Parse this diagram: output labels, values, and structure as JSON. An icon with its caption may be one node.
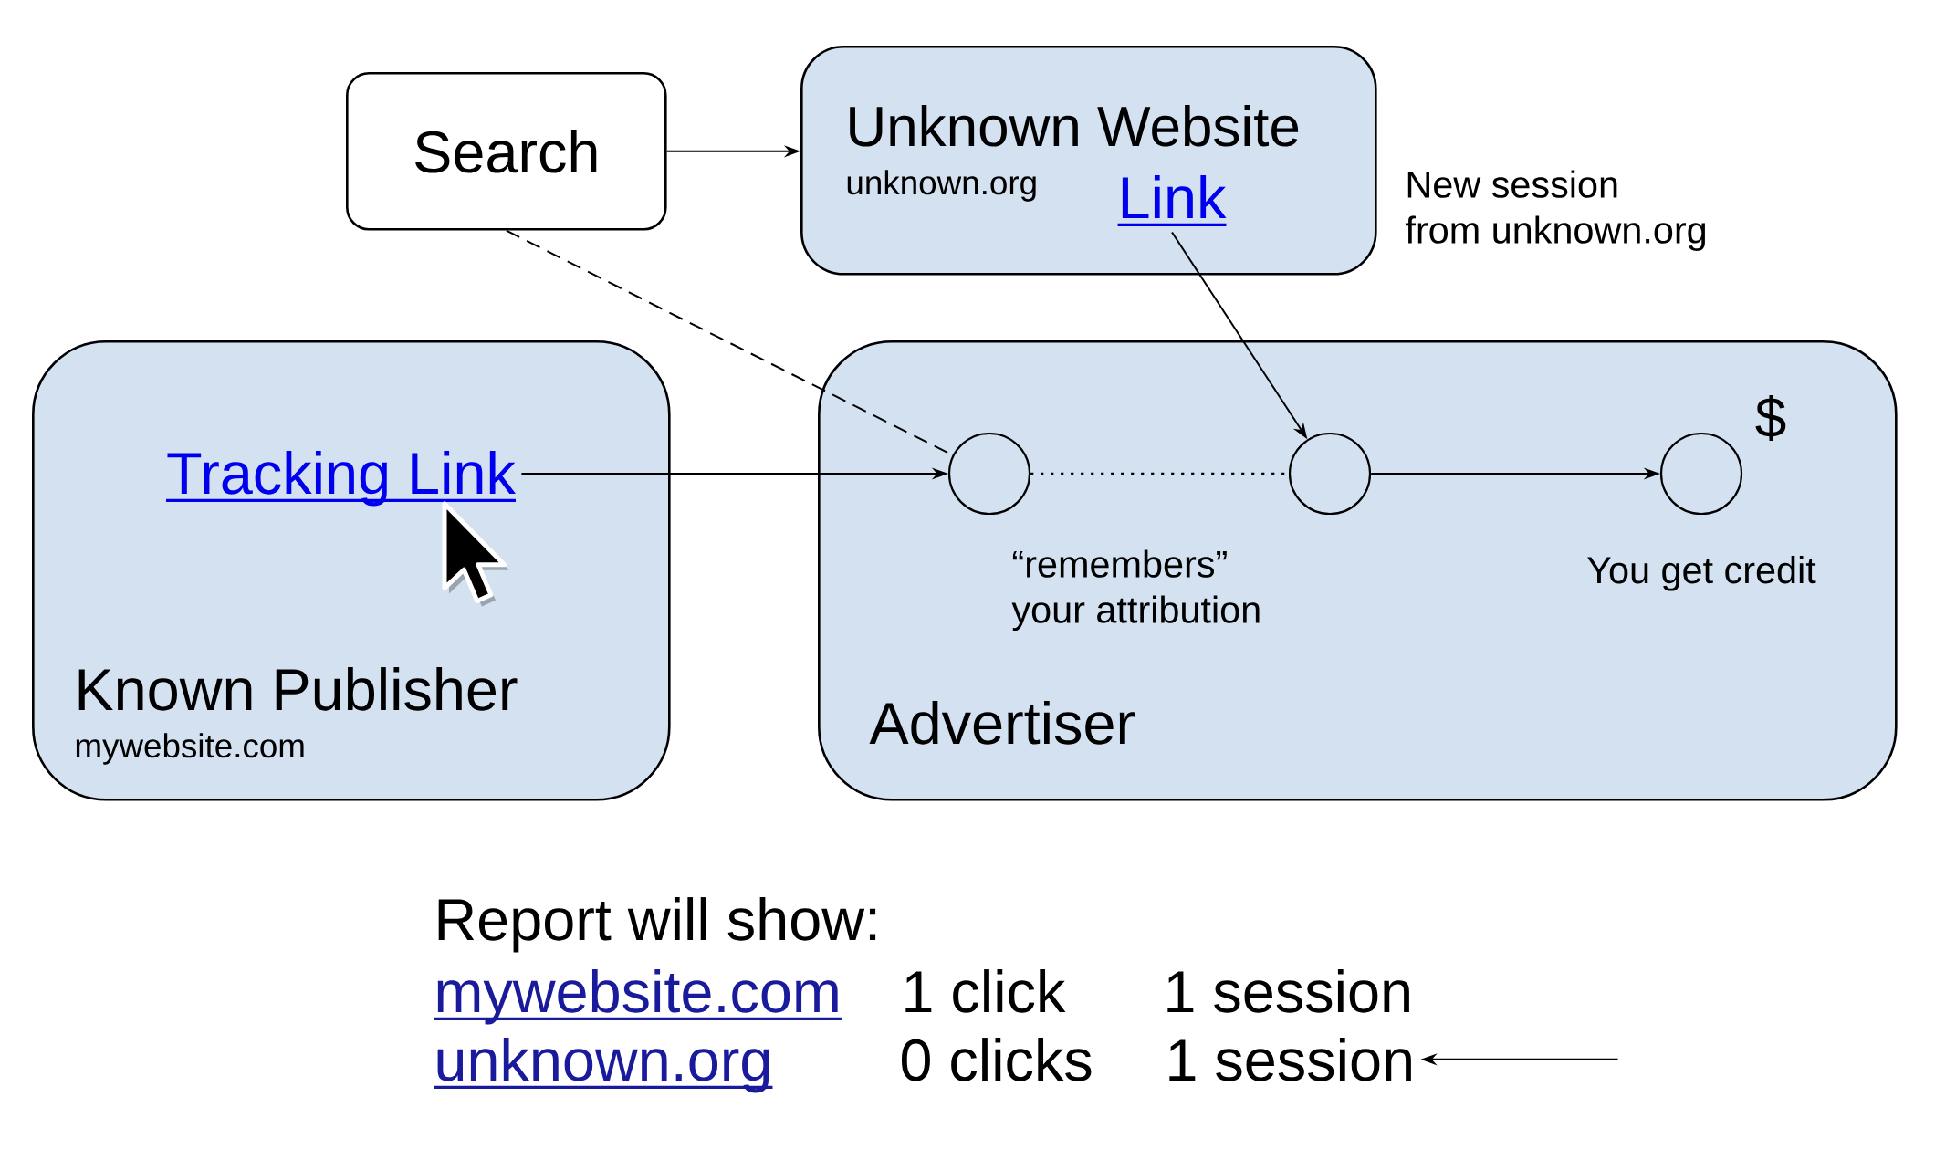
{
  "diagram": {
    "nodes": [
      {
        "text": [
          "Search"
        ]
      },
      {
        "text": [
          "Unknown Website",
          "unknown.org"
        ]
      },
      {
        "text": [
          "Link"
        ],
        "in": 1
      },
      {
        "text": [
          "Known Publisher",
          "mywebsite.com"
        ]
      },
      {
        "text": [
          "Tracking Link"
        ],
        "in": 3
      },
      {
        "text": [
          "Advertiser"
        ]
      },
      {
        "text": [],
        "shape": "circle",
        "in": 5
      },
      {
        "text": [],
        "shape": "circle",
        "in": 5
      },
      {
        "text": [],
        "shape": "circle",
        "in": 5,
        "beside": [
          "$",
          "You get credit"
        ]
      },
      {
        "text": [
          "1 session"
        ]
      }
    ],
    "edges": [
      {
        "from": 0,
        "to": 1,
        "arrow": "to"
      },
      {
        "from": 0,
        "to": 6,
        "arrow": "none",
        "style": "dashed"
      },
      {
        "from": 4,
        "to": 6,
        "arrow": "to"
      },
      {
        "from": 6,
        "to": 7,
        "arrow": "none",
        "style": "dashed"
      },
      {
        "from": 2,
        "to": 7,
        "arrow": "to"
      },
      {
        "from": 7,
        "to": 8,
        "arrow": "to"
      },
      {
        "from": null,
        "to": 9,
        "arrow": "to"
      }
    ],
    "labels": [
      "New session from unknown.org",
      "“remembers” your attribution",
      "Report will show:",
      "mywebsite.com",
      "1 click",
      "1 session",
      "unknown.org",
      "0 clicks"
    ]
  }
}
